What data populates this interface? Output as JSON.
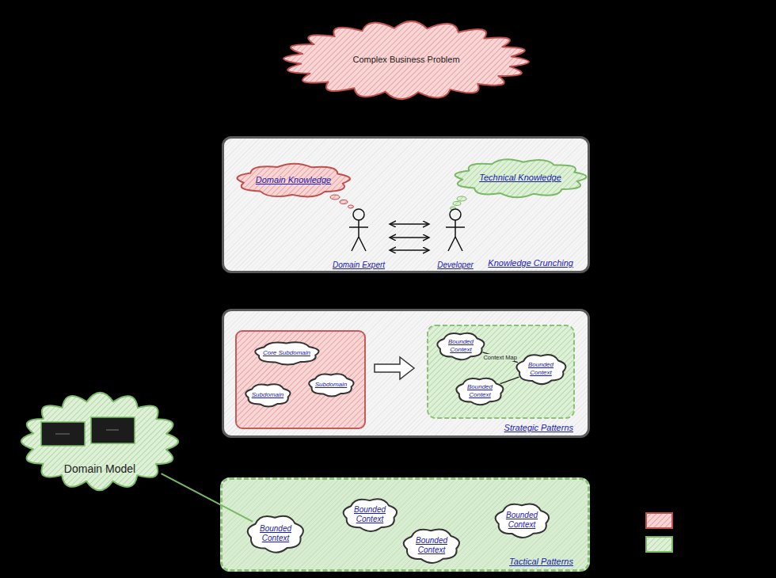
{
  "diagram": {
    "nodes": [
      {
        "text": [
          "Complex Business Problem"
        ]
      },
      {
        "text": [
          "Knowledge Crunching"
        ]
      },
      {
        "text": [
          "Domain Knowledge"
        ],
        "in": 1
      },
      {
        "text": [
          "Technical Knowledge"
        ],
        "in": 1
      },
      {
        "text": [
          "Domain Expert"
        ],
        "in": 1
      },
      {
        "text": [
          "Developer"
        ],
        "in": 1
      },
      {
        "text": [
          "Strategic Patterns"
        ]
      },
      {
        "text": [
          "Core Subdomain"
        ],
        "in": 6
      },
      {
        "text": [
          "Subdomain"
        ],
        "in": 6
      },
      {
        "text": [
          "Subdomain"
        ],
        "in": 6
      },
      {
        "text": [
          "Bounded Context"
        ],
        "in": 6
      },
      {
        "text": [
          "Bounded Context"
        ],
        "in": 6
      },
      {
        "text": [
          "Bounded Context"
        ],
        "in": 6
      },
      {
        "text": [
          "Domain Model"
        ]
      },
      {
        "text": [
          "Tactical Patterns"
        ]
      },
      {
        "text": [
          "Bounded Context"
        ],
        "in": 14
      },
      {
        "text": [
          "Bounded Context"
        ],
        "in": 14
      },
      {
        "text": [
          "Bounded Context"
        ],
        "in": 14
      },
      {
        "text": [
          "Bounded Context"
        ],
        "in": 14
      }
    ],
    "edges": [
      {
        "from": 4,
        "to": 5,
        "arrow": "both"
      },
      {
        "from": 4,
        "to": 5,
        "arrow": "both"
      },
      {
        "from": 4,
        "to": 5,
        "arrow": "both"
      },
      {
        "from": 10,
        "to": 11,
        "label": "Context Map",
        "arrow": "none"
      },
      {
        "from": 12,
        "to": 11,
        "arrow": "none"
      },
      {
        "from": 13,
        "to": 15,
        "arrow": "none"
      }
    ]
  }
}
